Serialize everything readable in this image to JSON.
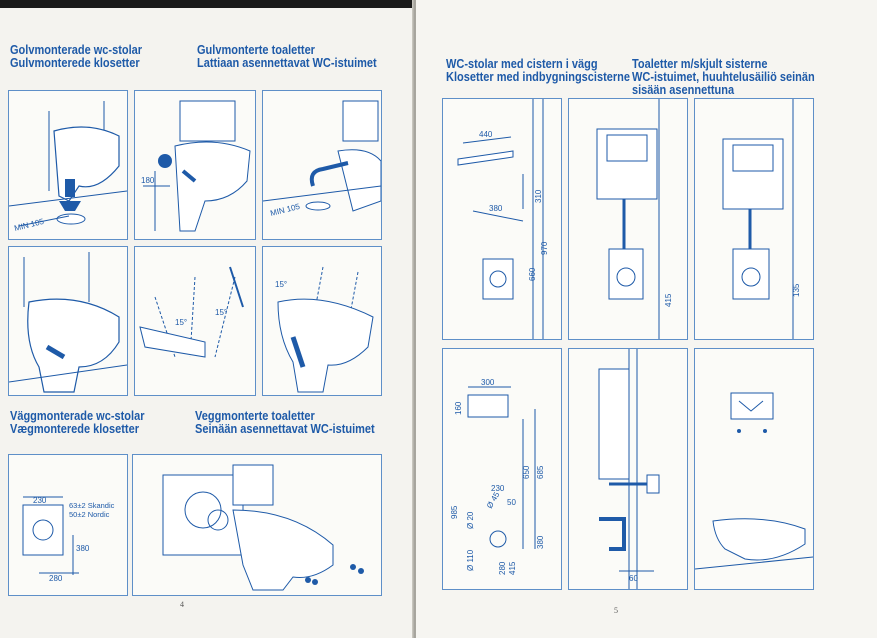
{
  "left_page": {
    "heading_floor": {
      "col1": [
        "Golvmonterade wc-stolar",
        "Gulvmonterede klosetter"
      ],
      "col2": [
        "Gulvmonterte toaletter",
        "Lattiaan asennettavat WC-istuimet"
      ]
    },
    "heading_wall": {
      "col1": [
        "Väggmonterade wc-stolar",
        "Vægmonterede klosetter"
      ],
      "col2": [
        "Veggmonterte toaletter",
        "Seinään asennettavat WC-istuimet"
      ]
    },
    "labels": {
      "min105_a": "MIN 105",
      "dim180": "180",
      "min105_b": "MIN 105",
      "angle_a": "15°",
      "angle_b": "15°",
      "angle_c": "15°",
      "dim230": "230",
      "dim380": "380",
      "dim280": "280"
    },
    "legend": [
      "63±2 Skandic",
      "50±2 Nordic"
    ],
    "page_number": "4"
  },
  "right_page": {
    "heading": {
      "col1": [
        "WC-stolar med cistern i vägg",
        "Klosetter med indbygningscisterne"
      ],
      "col2": [
        "Toaletter m/skjult sisterne",
        "WC-istuimet, huuhtelusäiliö seinän",
        "sisään asennettuna"
      ]
    },
    "labels": {
      "d440": "440",
      "d310": "310",
      "d380": "380",
      "d970": "970",
      "d660": "660",
      "d415a": "415",
      "d135": "135",
      "d300": "300",
      "d160": "160",
      "d650": "650",
      "d685": "685",
      "d985": "985",
      "d230": "230",
      "d45": "Ø 45",
      "d50": "50",
      "d20": "Ø 20",
      "d110": "Ø 110",
      "d280": "280",
      "d415b": "415",
      "d380b": "380",
      "d60": "60"
    },
    "page_number": "5"
  },
  "colors": {
    "accent": "#1e5aa8",
    "line": "#1e5aa8",
    "paper": "#f4f3ef"
  }
}
